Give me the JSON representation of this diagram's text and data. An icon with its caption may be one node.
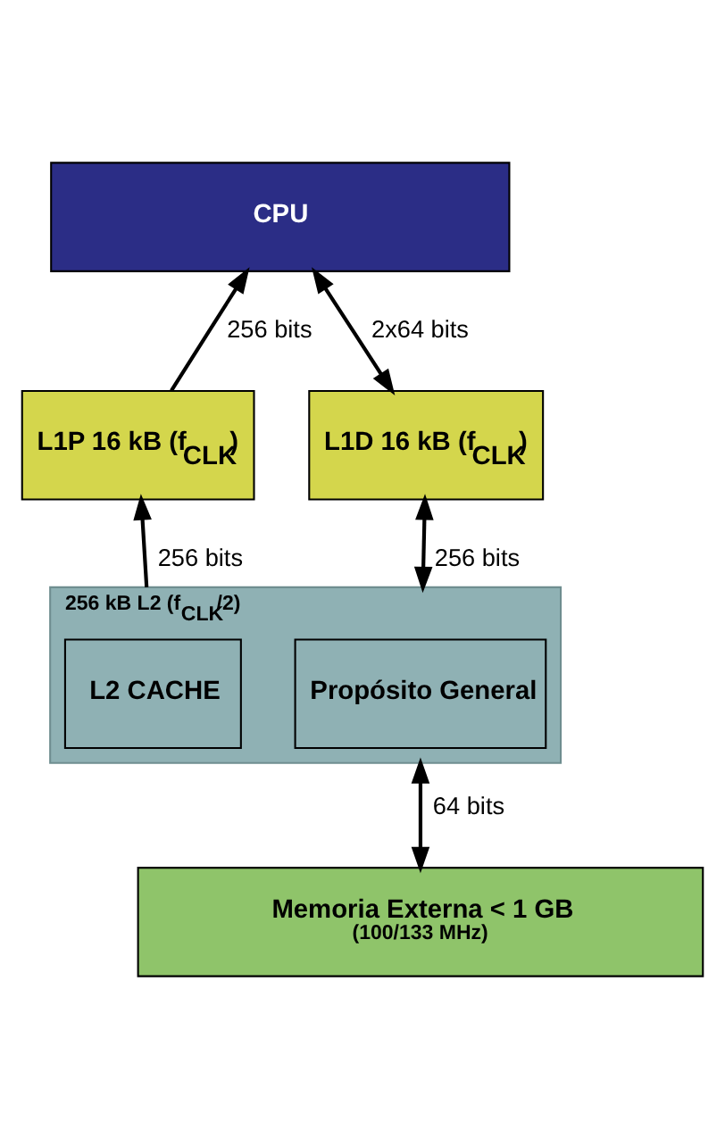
{
  "diagram": {
    "nodes": [
      {
        "text": [
          "CPU"
        ]
      },
      {
        "text": [
          "L1P 16 kB (f$_{CLK}$)"
        ]
      },
      {
        "text": [
          "L1D 16 kB (f$_{CLK}$)"
        ]
      },
      {
        "text": [
          "256 kB L2 (f$_{CLK}$/2)"
        ]
      },
      {
        "text": [
          "L2 CACHE"
        ],
        "in": 3
      },
      {
        "text": [
          "Propósito General"
        ],
        "in": 3
      },
      {
        "text": [
          "Memoria Externa < 1 GB",
          "(100/133 MHz)"
        ]
      }
    ],
    "edges": [
      {
        "from": 1,
        "to": 0,
        "arrow": "to",
        "label": "256 bits"
      },
      {
        "from": 2,
        "to": 0,
        "arrow": "both",
        "label": "2x64 bits"
      },
      {
        "from": 3,
        "to": 1,
        "arrow": "to",
        "label": "256 bits"
      },
      {
        "from": 3,
        "to": 2,
        "arrow": "both",
        "label": "256 bits"
      },
      {
        "from": 6,
        "to": 3,
        "arrow": "both",
        "label": "64 bits"
      }
    ]
  }
}
